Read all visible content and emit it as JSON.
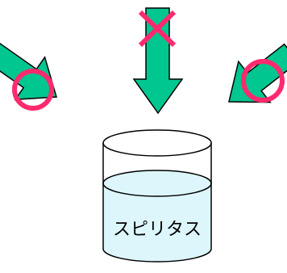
{
  "beaker": {
    "label": "スピリタス",
    "liquid_color": "#ddf6fb",
    "outline_color": "#000000"
  },
  "arrows": [
    {
      "name": "arrow-top",
      "direction": "down",
      "mark": "cross"
    },
    {
      "name": "arrow-left",
      "direction": "down-right",
      "mark": "circle"
    },
    {
      "name": "arrow-right",
      "direction": "down-left",
      "mark": "circle"
    }
  ],
  "colors": {
    "arrow_fill": "#00c690",
    "arrow_stroke": "#000000",
    "mark": "#ff2a6e"
  },
  "marks": {
    "cross": "x-mark-icon",
    "circle": "circle-mark-icon"
  }
}
